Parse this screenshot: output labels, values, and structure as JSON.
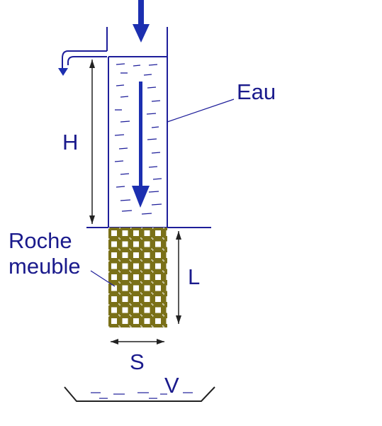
{
  "labels": {
    "water": "Eau",
    "height": "H",
    "rock_line1": "Roche",
    "rock_line2": "meuble",
    "length": "L",
    "section": "S",
    "volume": "V"
  },
  "colors": {
    "label": "#1a1a8c",
    "line": "#1e1e9a",
    "arrow": "#1c2fb0",
    "rock_fill": "#7a7018",
    "dimension": "#222222"
  },
  "icons": {
    "inflow": "arrow-down-icon",
    "flow": "arrow-down-icon",
    "overflow": "bent-arrow-down-icon"
  }
}
